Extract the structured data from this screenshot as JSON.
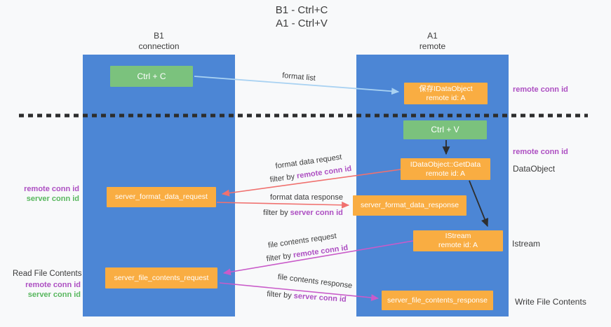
{
  "title": {
    "line1": "B1 - Ctrl+C",
    "line2": "A1 - Ctrl+V"
  },
  "lanes": {
    "left": {
      "title": "B1",
      "subtitle": "connection"
    },
    "right": {
      "title": "A1",
      "subtitle": "remote"
    }
  },
  "nodes": {
    "ctrl_c": {
      "label": "Ctrl + C"
    },
    "save_dataobject": {
      "line1": "保存IDataObject",
      "line2": "remote id: A"
    },
    "ctrl_v": {
      "label": "Ctrl + V"
    },
    "getdata": {
      "line1": "IDataObject::GetData",
      "line2": "remote id: A"
    },
    "format_request": {
      "label": "server_format_data_request"
    },
    "format_response": {
      "label": "server_format_data_response"
    },
    "istream": {
      "line1": "IStream",
      "line2": "remote id: A"
    },
    "file_request": {
      "label": "server_file_contents_request"
    },
    "file_response": {
      "label": "server_file_contents_response"
    }
  },
  "flows": {
    "format_list": {
      "label": "format list"
    },
    "format_request": {
      "label": "format data request",
      "filter_prefix": "filter by ",
      "filter_key": "remote conn id"
    },
    "format_response": {
      "label": "format data response",
      "filter_prefix": "filter by ",
      "filter_key": "server conn id"
    },
    "file_request": {
      "label": "file contents request",
      "filter_prefix": "filter by ",
      "filter_key": "remote conn id"
    },
    "file_response": {
      "label": "file contents response",
      "filter_prefix": "filter by ",
      "filter_key": "server conn id"
    }
  },
  "annotations": {
    "right_remote_conn_top": "remote conn id",
    "right_remote_conn_mid": "remote conn id",
    "dataobject": "DataObject",
    "istream": "Istream",
    "write_file_contents": "Write File Contents",
    "read_file_contents": "Read File Contents",
    "left_format_remote": "remote conn id",
    "left_format_server": "server conn id",
    "left_file_remote": "remote conn id",
    "left_file_server": "server conn id"
  },
  "colors": {
    "background": "#f8f9fa",
    "lane_blue": "#4c86d5",
    "node_green": "#7bc27d",
    "node_orange": "#f9ad42",
    "purple_text": "#ad4fc2",
    "green_text": "#58b75e",
    "arrow_blue": "#a9d2f2",
    "arrow_salmon": "#f0716f",
    "arrow_magenta": "#c95bc9",
    "arrow_black": "#2e2e2e",
    "dashed_line": "#2d2d2d"
  }
}
